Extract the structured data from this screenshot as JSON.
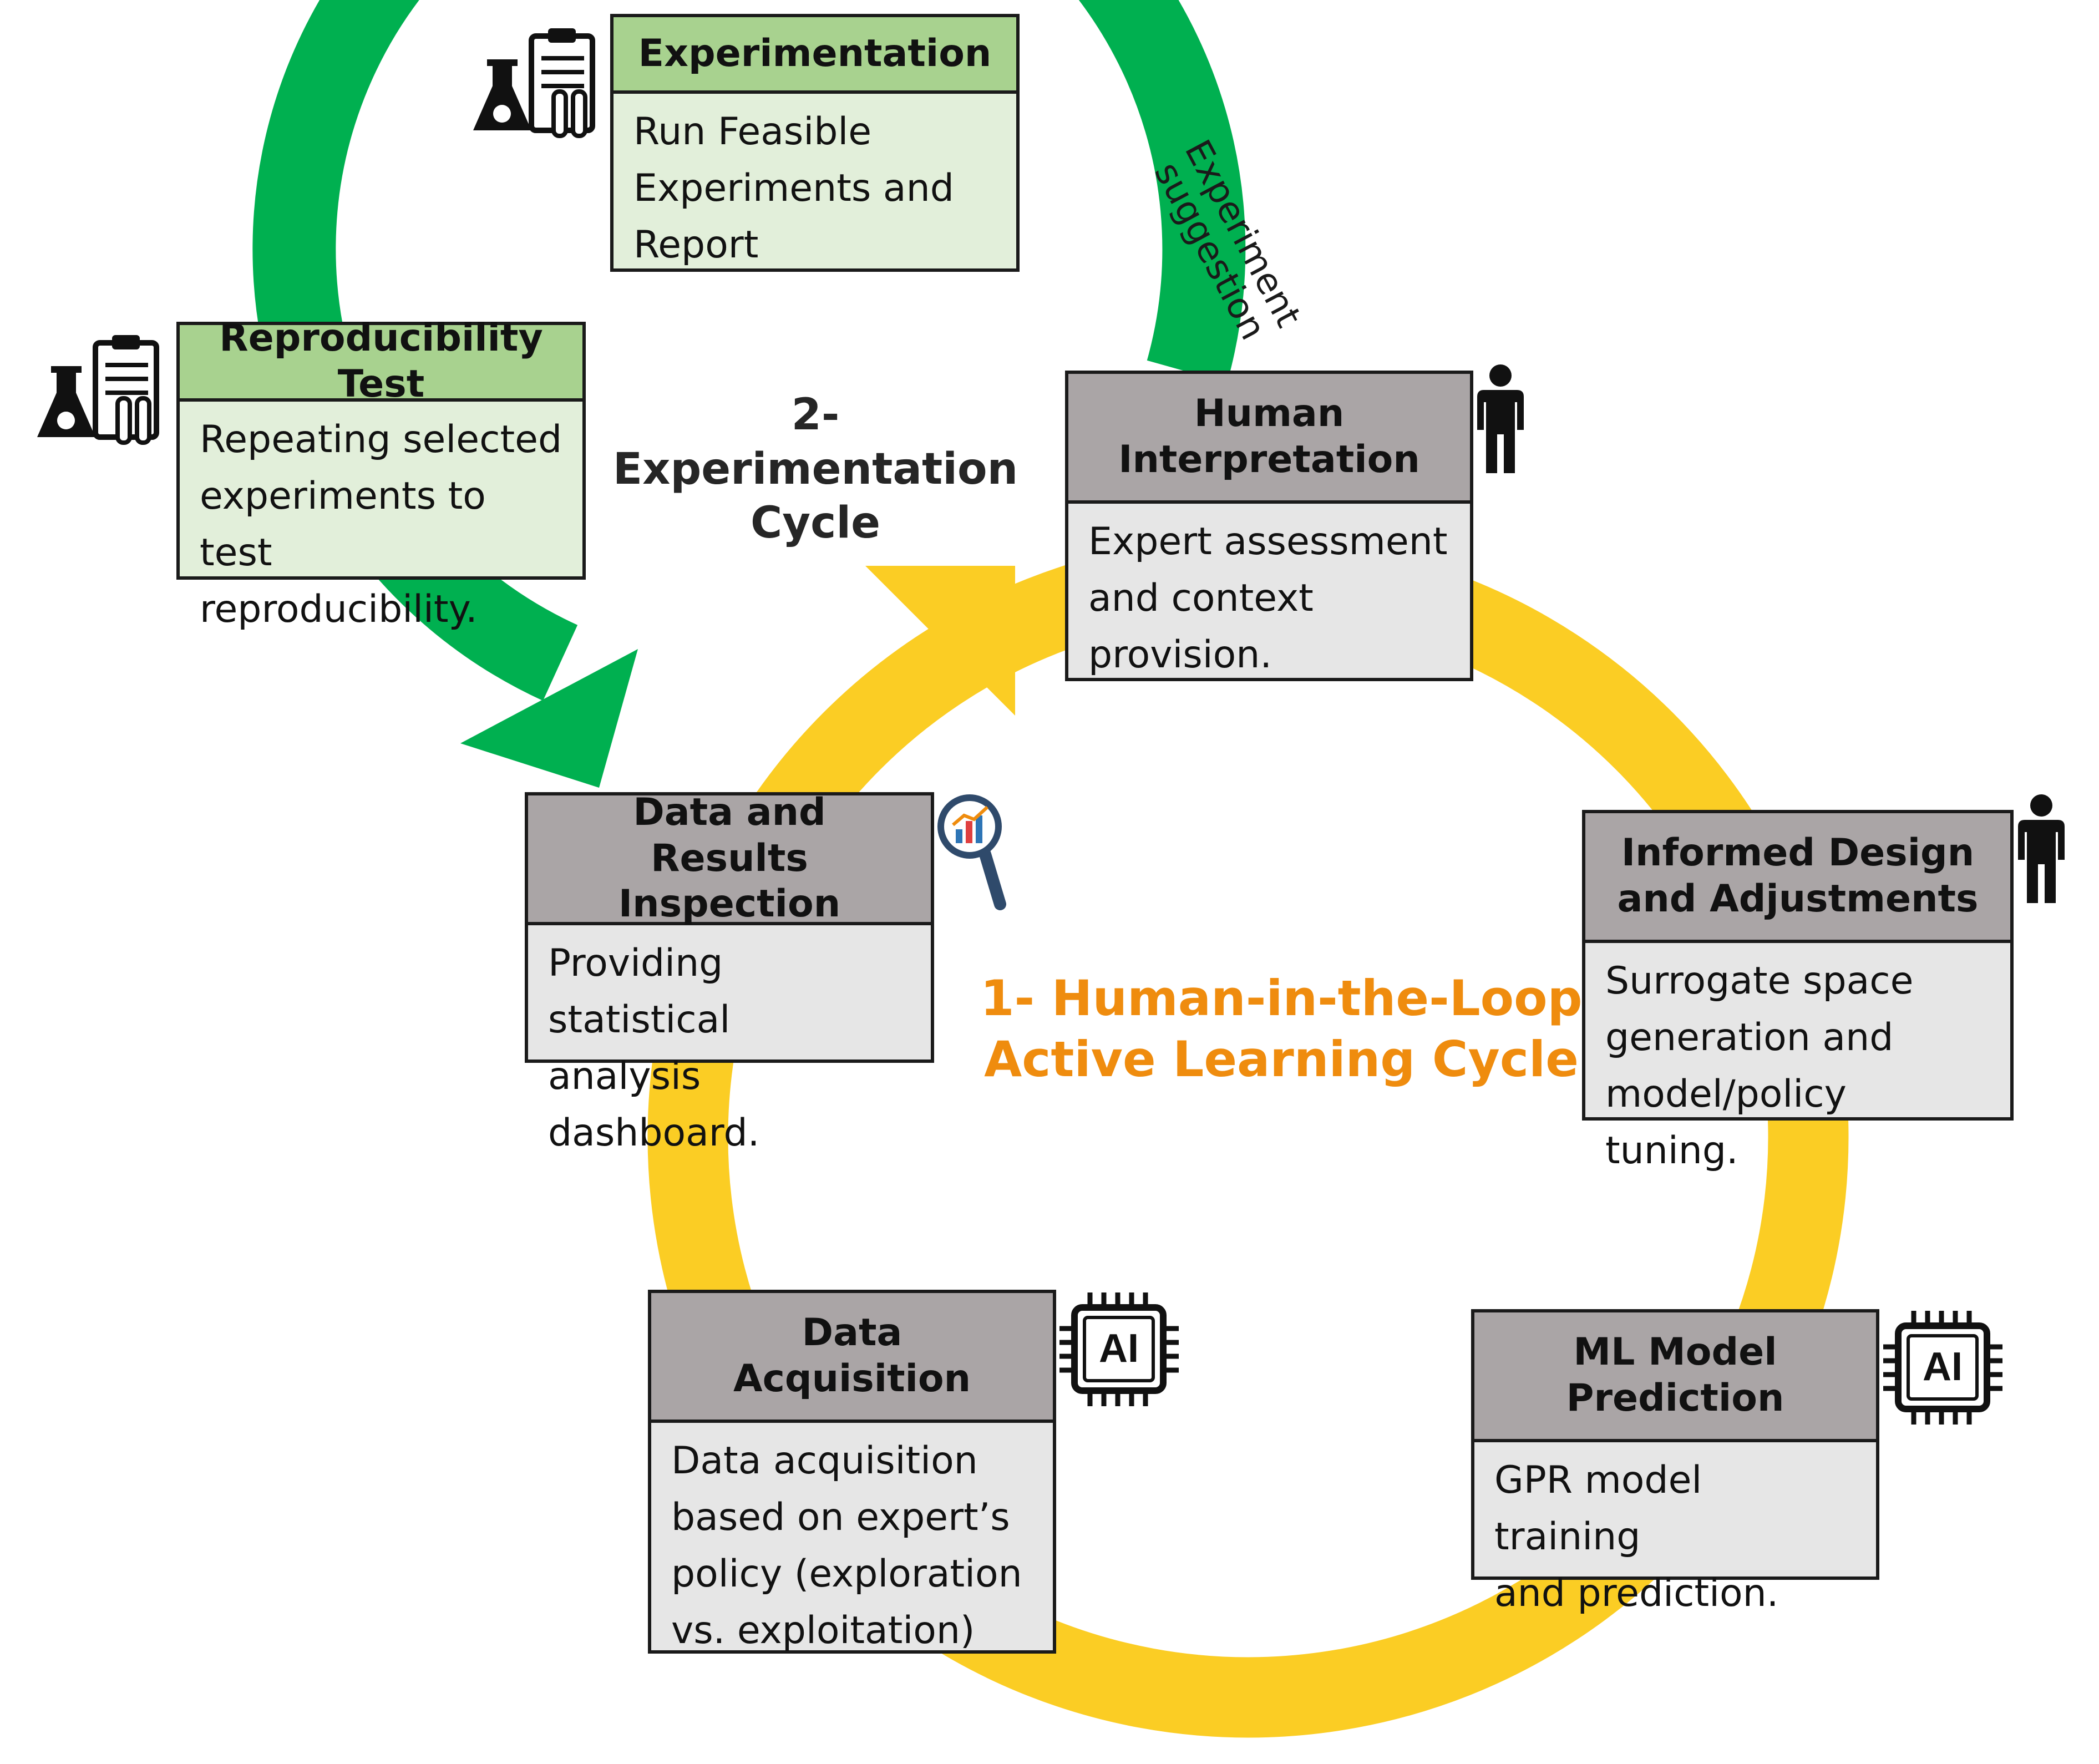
{
  "colors": {
    "green_arrow": "#00b050",
    "yellow_arrow": "#fbcd24",
    "grey_header": "#aaa5a6",
    "grey_body": "#e6e6e6",
    "green_header": "#a8d28f",
    "green_body": "#e2efda",
    "cycle1_title": "#ef8c0e"
  },
  "cycles": {
    "experimentation": "2- Experimentation\nCycle",
    "active_learning": "1- Human-in-the-Loop\nActive Learning Cycle"
  },
  "arrow_label": "Experiment\nsuggestion",
  "boxes": {
    "experimentation": {
      "title": "Experimentation",
      "body": "Run Feasible\nExperiments and\nReport",
      "icon": "lab-clipboard-icon"
    },
    "reproducibility": {
      "title": "Reproducibility Test",
      "body": "Repeating selected\nexperiments to test\nreproducibility.",
      "icon": "lab-clipboard-icon"
    },
    "human_interpretation": {
      "title": "Human\nInterpretation",
      "body": "Expert assessment\nand context\nprovision.",
      "icon": "person-icon"
    },
    "informed_design": {
      "title": "Informed Design\nand Adjustments",
      "body": "Surrogate space\ngeneration and\nmodel/policy tuning.",
      "icon": "person-icon"
    },
    "ml_prediction": {
      "title": "ML Model\nPrediction",
      "body": "GPR model training\nand prediction.",
      "icon": "ai-chip-icon"
    },
    "data_acquisition": {
      "title": "Data\nAcquisition",
      "body": "Data acquisition\nbased on expert’s\npolicy (exploration\nvs. exploitation)",
      "icon": "ai-chip-icon"
    },
    "data_inspection": {
      "title": "Data and\nResults  Inspection",
      "body": "Providing statistical\nanalysis dashboard.",
      "icon": "magnifier-chart-icon"
    }
  },
  "icon_texts": {
    "ai": "AI"
  }
}
